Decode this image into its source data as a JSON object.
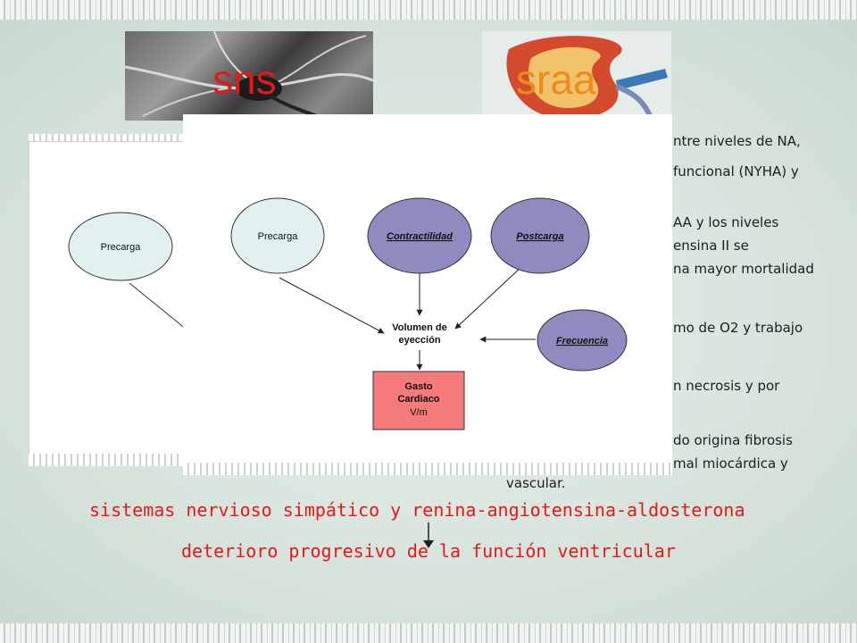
{
  "images": {
    "sns_label": "sns",
    "sraa_label": "sraa"
  },
  "diagram": {
    "precarga": "Precarga",
    "contractilidad": "Contractilidad",
    "postcarga": "Postcarga",
    "volumen_line1": "Volumen de",
    "volumen_line2": "eyección",
    "frecuencia": "Frecuencia",
    "gasto_line1": "Gasto",
    "gasto_line2": "Cardiaco",
    "gasto_line3": "V/m"
  },
  "ghost": {
    "precarga": "Precarga"
  },
  "body_lines": [
    "ntre niveles de NA,",
    "funcional (NYHA) y",
    "AA y los niveles",
    "ensina II se",
    "na mayor mortalidad",
    "mo de O2 y trabajo",
    "n necrosis y por",
    "do origina fibrosis",
    "mal miocárdica y"
  ],
  "vascular": "vascular.",
  "conclusion": {
    "line1": "sistemas nervioso simpático y renina-angiotensina-aldosterona",
    "line2": "deterioro progresivo de la función ventricular"
  },
  "colors": {
    "red": "#e21919",
    "orange": "#ee8b1c",
    "node_light": "#e1f1ef",
    "node_purple": "#8f8ac0",
    "node_red": "#f47a7c"
  }
}
